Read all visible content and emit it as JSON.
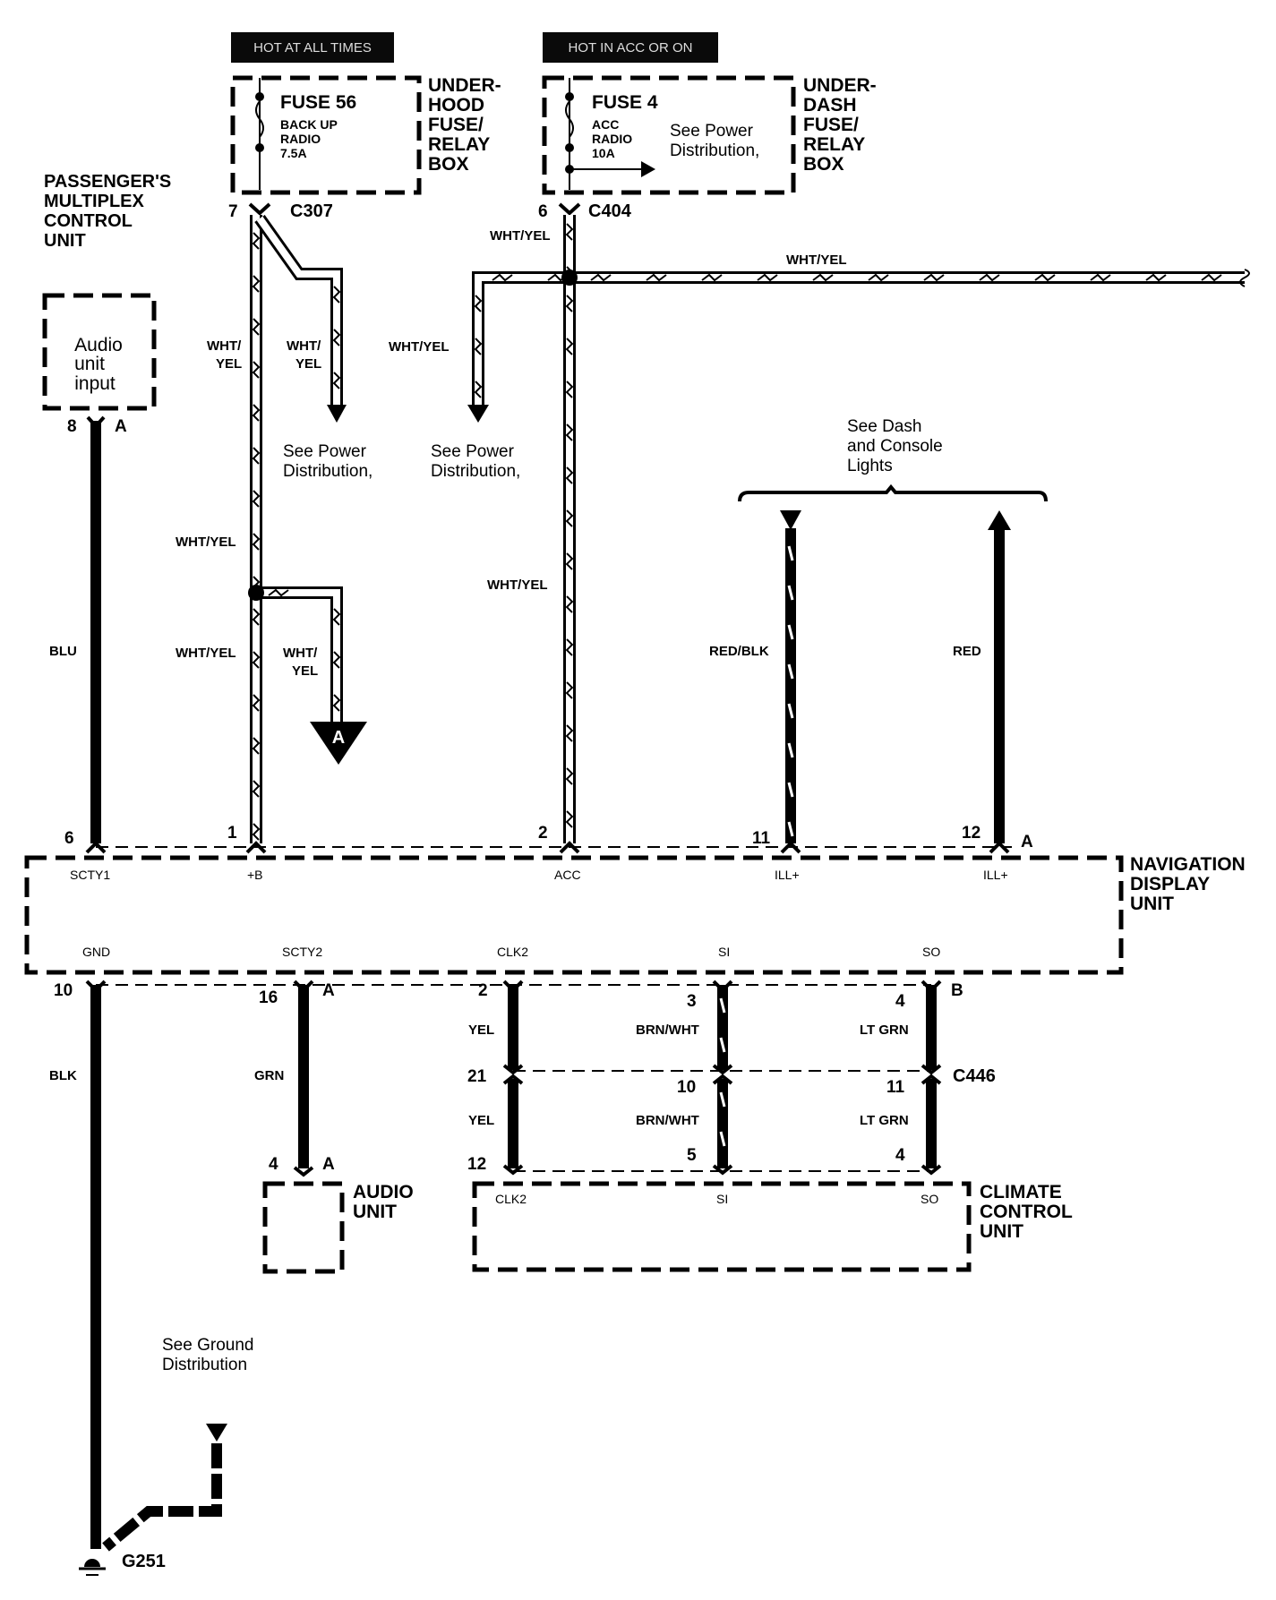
{
  "diagram": {
    "banners": {
      "hot_all_times": "HOT AT ALL TIMES",
      "hot_acc_on": "HOT IN ACC OR ON"
    },
    "underhood_box": {
      "label_lines": [
        "UNDER-",
        "HOOD",
        "FUSE/",
        "RELAY",
        "BOX"
      ],
      "fuse_title": "FUSE 56",
      "fuse_desc_lines": [
        "BACK UP",
        "RADIO",
        "7.5A"
      ],
      "connector": "C307",
      "pin": "7"
    },
    "underdash_box": {
      "label_lines": [
        "UNDER-",
        "DASH",
        "FUSE/",
        "RELAY",
        "BOX"
      ],
      "fuse_title": "FUSE 4",
      "fuse_desc_lines": [
        "ACC",
        "RADIO",
        "10A"
      ],
      "see_lines": [
        "See Power",
        "Distribution,"
      ],
      "connector": "C404",
      "pin": "6"
    },
    "passenger_mcu": {
      "label_lines": [
        "PASSENGER'S",
        "MULTIPLEX",
        "CONTROL",
        "UNIT"
      ],
      "box_lines": [
        "Audio",
        "unit",
        "input"
      ],
      "pin": "8",
      "connector_letter": "A"
    },
    "wire_labels": {
      "blu": "BLU",
      "wht_yel": "WHT/YEL",
      "wht_slash": "WHT/",
      "yel": "YEL",
      "red_blk": "RED/BLK",
      "red": "RED",
      "blk": "BLK",
      "grn": "GRN",
      "brn_wht": "BRN/WHT",
      "lt_grn": "LT GRN"
    },
    "see_power_dist_lines": [
      "See Power",
      "Distribution,"
    ],
    "see_dash_lines": [
      "See Dash",
      "and Console",
      "Lights"
    ],
    "see_ground_lines": [
      "See Ground",
      "Distribution"
    ],
    "offpage_marker": "A",
    "nav_unit": {
      "label_lines": [
        "NAVIGATION",
        "DISPLAY",
        "UNIT"
      ],
      "top_pins": [
        {
          "pin": "6",
          "name": "SCTY1"
        },
        {
          "pin": "1",
          "name": "+B"
        },
        {
          "pin": "2",
          "name": "ACC"
        },
        {
          "pin": "11",
          "name": "ILL+"
        },
        {
          "pin": "12",
          "name": "ILL+"
        }
      ],
      "top_connector_letter": "A",
      "bottom_pins": [
        {
          "pin": "10",
          "name": "GND"
        },
        {
          "pin": "16",
          "name": "SCTY2"
        },
        {
          "pin": "2",
          "name": "CLK2"
        },
        {
          "pin": "3",
          "name": "SI"
        },
        {
          "pin": "4",
          "name": "SO"
        }
      ],
      "bottom_left_letter": "A",
      "bottom_right_letter": "B"
    },
    "c446": {
      "connector": "C446",
      "pins_top": [
        "21",
        "10",
        "11"
      ],
      "pins_bottom": [
        "12",
        "5",
        "4"
      ]
    },
    "audio_unit": {
      "label_lines": [
        "AUDIO",
        "UNIT"
      ],
      "pin": "4",
      "connector_letter": "A"
    },
    "climate_unit": {
      "label_lines": [
        "CLIMATE",
        "CONTROL",
        "UNIT"
      ],
      "pins": [
        "CLK2",
        "SI",
        "SO"
      ]
    },
    "ground": {
      "label": "G251"
    }
  }
}
